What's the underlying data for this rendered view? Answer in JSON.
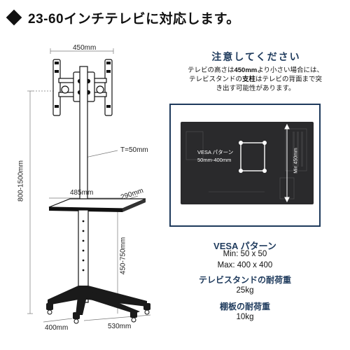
{
  "headline": {
    "text": "23-60インチテレビに対応します。"
  },
  "dimensions": {
    "top_width": "450mm",
    "tube": "T=50mm",
    "height": "800-1500mm",
    "shelf_width": "485mm",
    "shelf_depth": "290mm",
    "shelf_height": "450-750mm",
    "base_width": "400mm",
    "base_depth": "530mm"
  },
  "notice": {
    "title": "注意してください",
    "line1_prefix": "テレビの高さは",
    "line1_bold": "450mm",
    "line1_suffix": "より小さい場合には、",
    "line2_prefix": "テレビスタンドの",
    "line2_bold": "支柱",
    "line2_suffix": "はテレビの背面まで突",
    "line3": "き出す可能性があります。"
  },
  "tv_image": {
    "vesa_label_1": "VESA パターン",
    "vesa_label_2": "50mm-400mm",
    "min_label": "Min 450mm"
  },
  "specs": {
    "vesa_title": "VESA パターン",
    "vesa_min": "Min: 50 x 50",
    "vesa_max": "Max: 400 x 400",
    "stand_load_title": "テレビスタンドの耐荷重",
    "stand_load": "25kg",
    "shelf_load_title": "棚板の耐荷重",
    "shelf_load": "10kg"
  },
  "colors": {
    "accent": "#1e3a5c",
    "stand_dark": "#1a1a1a",
    "tv_back": "#2a2a2c"
  }
}
